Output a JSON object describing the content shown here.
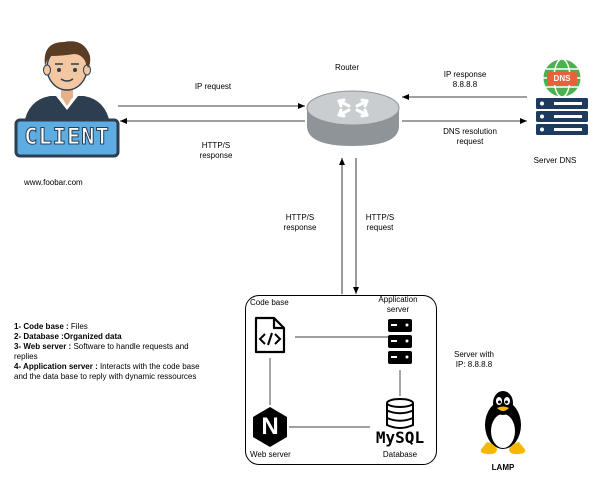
{
  "client": {
    "badge": "CLIENT",
    "domain": "www.foobar.com"
  },
  "router": {
    "label": "Router"
  },
  "dns_server": {
    "label": "Server DNS",
    "badge": "DNS"
  },
  "arrows": {
    "ip_request": "IP request",
    "https_response_top_1": "HTTP/S",
    "https_response_top_2": "response",
    "ip_response_1": "IP response",
    "ip_response_2": "8.8.8.8",
    "dns_resolution_1": "DNS resolution",
    "dns_resolution_2": "request",
    "https_response_mid_1": "HTTP/S",
    "https_response_mid_2": "response",
    "https_request_mid_1": "HTTP/S",
    "https_request_mid_2": "request"
  },
  "stack": {
    "code_base": "Code base",
    "app_server_1": "Application",
    "app_server_2": "server",
    "web_server": "Web server",
    "database": "Database",
    "mysql": "MySQL",
    "nginx_letter": "N"
  },
  "server_ip": {
    "line1": "Server with",
    "line2": "IP: 8.8.8.8"
  },
  "lamp": {
    "label": "LAMP"
  },
  "legend": [
    {
      "key": "1- Code base :",
      "value": " Files"
    },
    {
      "key": "2- Database :",
      "value": "Organized data"
    },
    {
      "key": "3- Web server :",
      "value": " Software to handle requests and replies"
    },
    {
      "key": "4- Application server :",
      "value": " Interacts with the code base and the data base to reply with dynamic ressources"
    }
  ],
  "colors": {
    "router_body": "#b9bdc1",
    "dns_green": "#4caf50",
    "dns_orange": "#e8613a",
    "server_blue": "#1e3a5f",
    "client_teal": "#2c3e50",
    "client_badge": "#5dade2"
  }
}
